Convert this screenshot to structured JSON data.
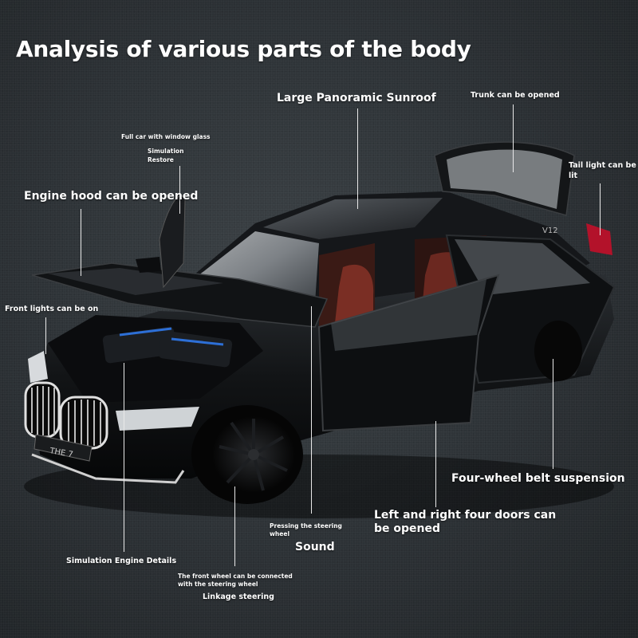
{
  "title": "Analysis of various parts of the body",
  "labels": {
    "sunroof": "Large Panoramic Sunroof",
    "trunk": "Trunk can be opened",
    "window_glass": "Full car with window glass",
    "simulation_restore_1": "Simulation",
    "simulation_restore_2": "Restore",
    "tail_light_1": "Tail light can be",
    "tail_light_2": "lit",
    "engine_hood": "Engine hood can be opened",
    "front_lights": "Front lights can be on",
    "suspension": "Four-wheel belt suspension",
    "doors_1": "Left and right four doors can",
    "doors_2": "be opened",
    "pressing_wheel_1": "Pressing the steering",
    "pressing_wheel_2": "wheel",
    "sound": "Sound",
    "engine_details": "Simulation Engine Details",
    "front_wheel_1": "The front wheel can be connected",
    "front_wheel_2": "with the steering wheel",
    "linkage": "Linkage steering"
  },
  "plate_text": "THE 7",
  "rear_badge": "V12",
  "colors": {
    "background": "#2b3034",
    "car_body": "#101214",
    "interior": "#7a2e24",
    "tail_light": "#b3122a",
    "grille_chrome": "#d8d8d8",
    "label_text": "#ffffff"
  }
}
